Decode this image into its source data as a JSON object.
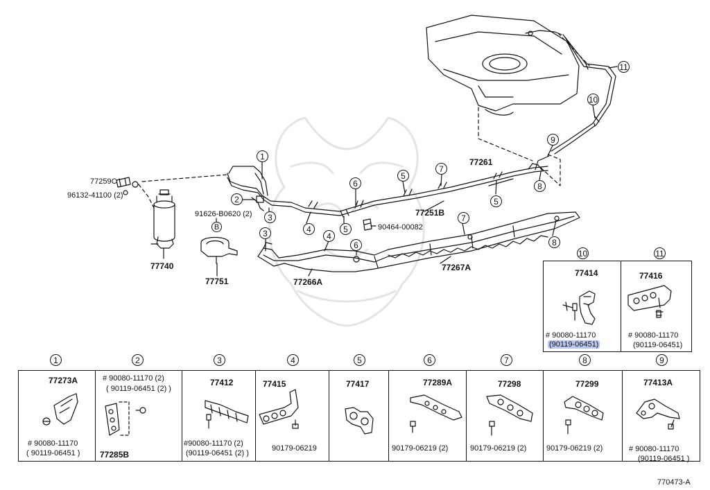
{
  "diagram_id": "770473-A",
  "main_parts": [
    {
      "id": "p77259c",
      "text": "77259C"
    },
    {
      "id": "p96132",
      "text": "96132-41100 (2)"
    },
    {
      "id": "p77740",
      "text": "77740"
    },
    {
      "id": "p91626",
      "text": "91626-B0620 (2)"
    },
    {
      "id": "pB",
      "text": "B"
    },
    {
      "id": "p77751",
      "text": "77751"
    },
    {
      "id": "p77261",
      "text": "77261"
    },
    {
      "id": "p77251b",
      "text": "77251B"
    },
    {
      "id": "p90464",
      "text": "90464-00082"
    },
    {
      "id": "p77266a",
      "text": "77266A"
    },
    {
      "id": "p77267a",
      "text": "77267A"
    }
  ],
  "callouts": [
    "1",
    "2",
    "3",
    "4",
    "5",
    "6",
    "7",
    "8",
    "9",
    "10",
    "11"
  ],
  "detail_panels": [
    {
      "num": "10",
      "part": "77414",
      "lines": [
        "# 90080-11170",
        "(90119-06451)"
      ],
      "highlight_line": 1
    },
    {
      "num": "11",
      "part": "77416",
      "lines": [
        "# 90080-11170",
        "(90119-06451)"
      ]
    },
    {
      "num": "1",
      "part": "77273A",
      "lines": [
        "# 90080-11170",
        "( 90119-06451 )"
      ]
    },
    {
      "num": "2",
      "part": "77285B",
      "lines": [
        "#  90080-11170 (2)",
        "( 90119-06451 (2) )"
      ]
    },
    {
      "num": "3",
      "part": "77412",
      "lines": [
        "#90080-11170 (2)",
        "(90119-06451 (2) )"
      ]
    },
    {
      "num": "4",
      "part": "77415",
      "lines": [
        "90179-06219"
      ]
    },
    {
      "num": "5",
      "part": "77417",
      "lines": []
    },
    {
      "num": "6",
      "part": "77289A",
      "lines": [
        "90179-06219 (2)"
      ]
    },
    {
      "num": "7",
      "part": "77298",
      "lines": [
        "90179-06219 (2)"
      ]
    },
    {
      "num": "8",
      "part": "77299",
      "lines": [
        "90179-06219 (2)"
      ]
    },
    {
      "num": "9",
      "part": "77413A",
      "lines": [
        "# 90080-11170",
        "(90119-06451 )"
      ]
    }
  ]
}
